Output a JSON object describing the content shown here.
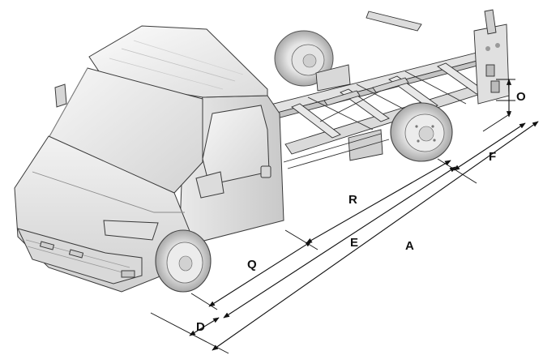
{
  "dimension_labels": {
    "A": "A",
    "D": "D",
    "E": "E",
    "F": "F",
    "O": "O",
    "Q": "Q",
    "R": "R"
  },
  "colors": {
    "ink": "#111111",
    "body_light": "#f4f4f4",
    "body_mid": "#d6d6d6",
    "body_dark": "#9a9a9a",
    "tire": "#bdbdbd"
  }
}
